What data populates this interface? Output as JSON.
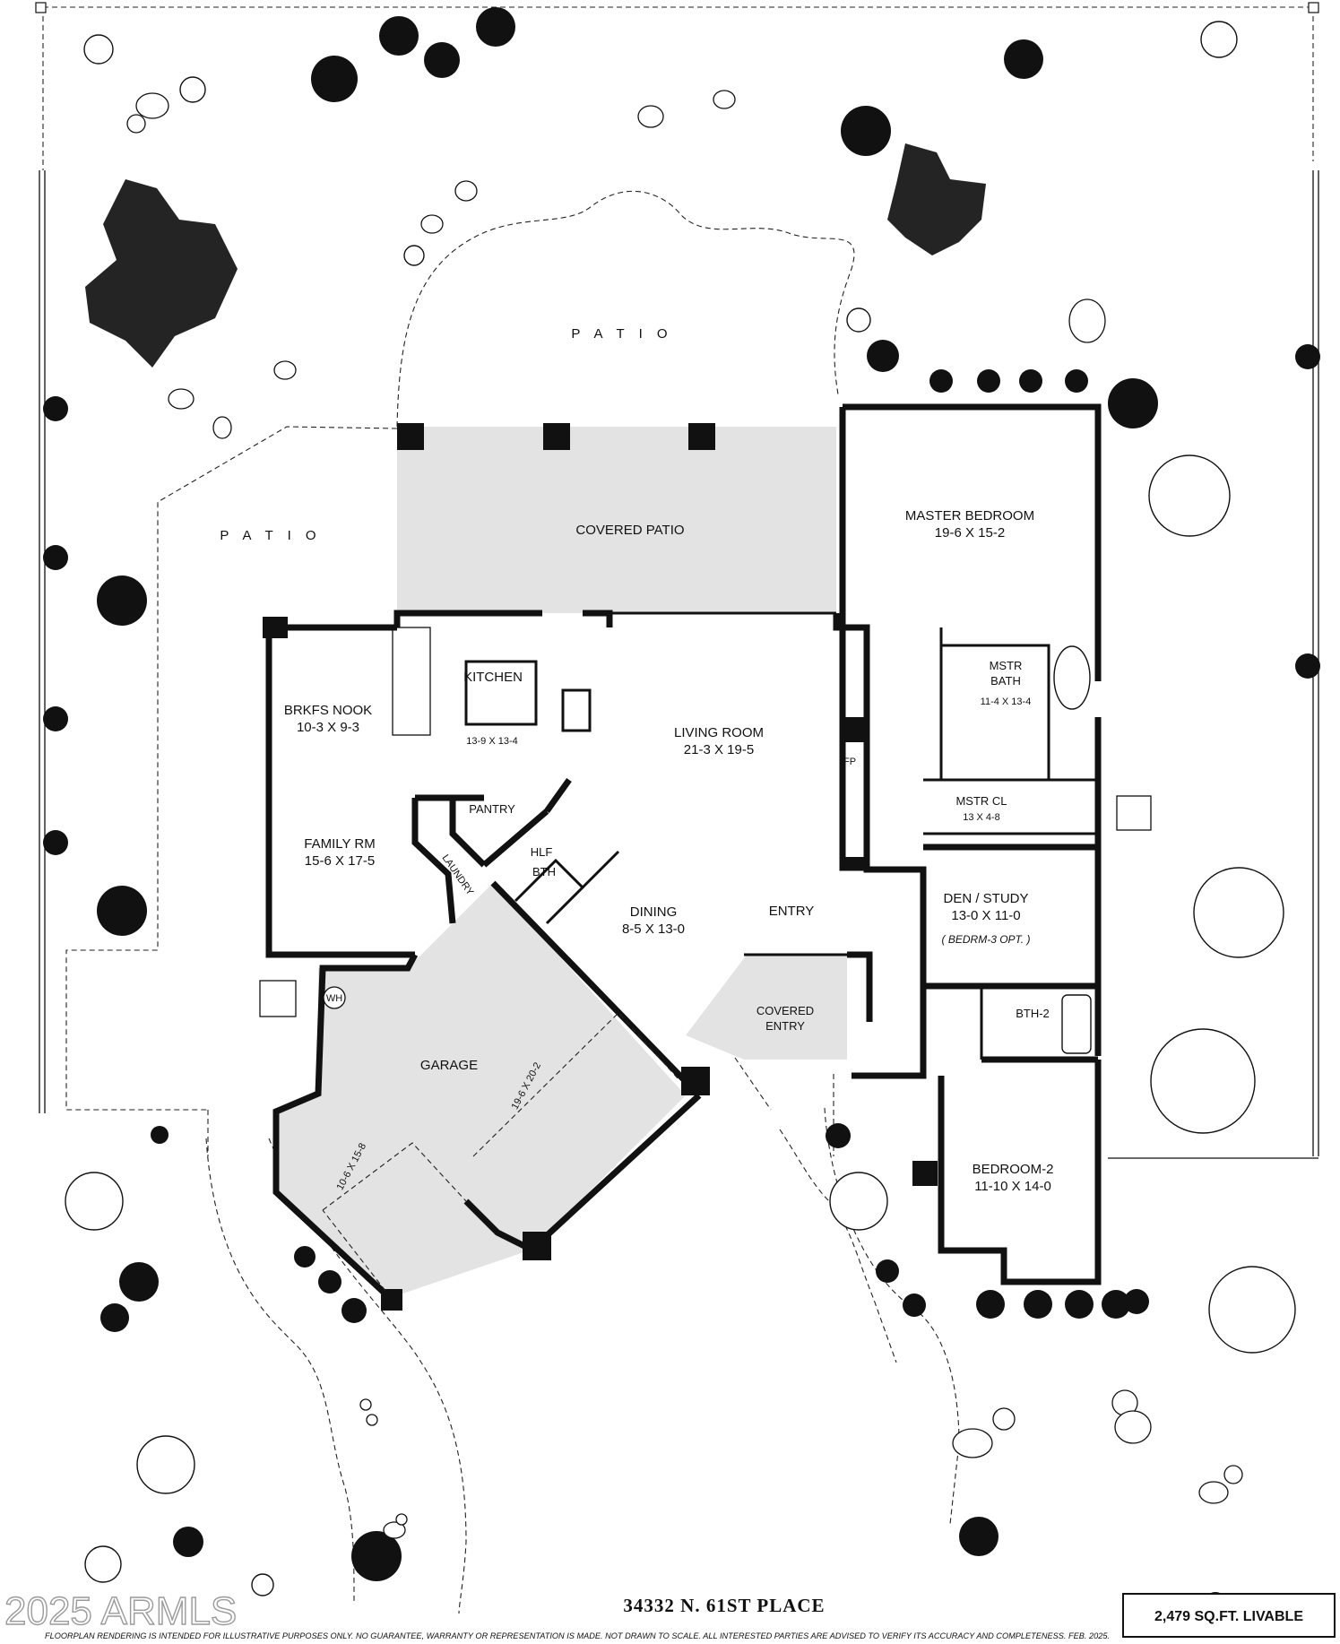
{
  "rooms": {
    "patio_north": "P A T I O",
    "patio_west": "P A T I O",
    "covered_patio": "COVERED PATIO",
    "master_bedroom": {
      "name": "MASTER BEDROOM",
      "size": "19-6  X  15-2"
    },
    "mstr_bath": {
      "name1": "MSTR",
      "name2": "BATH",
      "size": "11-4 X 13-4"
    },
    "kitchen": {
      "name": "KITCHEN",
      "size": "13-9 X 13-4"
    },
    "brkfs_nook": {
      "name": "BRKFS NOOK",
      "size": "10-3  X  9-3"
    },
    "living_room": {
      "name": "LIVING ROOM",
      "size": "21-3  X  19-5"
    },
    "fireplace": "FP",
    "pantry": "PANTRY",
    "mstr_cl": {
      "name": "MSTR CL",
      "size": "13 X 4-8"
    },
    "family_rm": {
      "name": "FAMILY RM",
      "size": "15-6 X 17-5"
    },
    "laundry": "LAUNDRY",
    "hlf_bth": {
      "name1": "HLF",
      "name2": "BTH"
    },
    "dining": {
      "name": "DINING",
      "size": "8-5 X 13-0"
    },
    "entry": "ENTRY",
    "den_study": {
      "name": "DEN / STUDY",
      "size": "13-0  X  11-0",
      "note": "( BEDRM-3 OPT. )"
    },
    "covered_entry": {
      "name1": "COVERED",
      "name2": "ENTRY"
    },
    "bth2": "BTH-2",
    "garage": {
      "name": "GARAGE",
      "size_a": "19-6 X 20-2",
      "size_b": "10-6 X 15-8"
    },
    "water_heater": "WH",
    "bedroom2": {
      "name": "BEDROOM-2",
      "size": "11-10 X 14-0"
    }
  },
  "footer": {
    "address": "34332  N. 61ST  PLACE",
    "sqft": "2,479 SQ.FT. LIVABLE",
    "disclaimer": "FLOORPLAN RENDERING IS INTENDED FOR ILLUSTRATIVE PURPOSES ONLY.  NO GUARANTEE, WARRANTY OR REPRESENTATION IS MADE.  NOT DRAWN TO SCALE.  ALL INTERESTED PARTIES ARE ADVISED TO VERIFY ITS ACCURACY AND COMPLETENESS.  FEB. 2025.",
    "watermark": "2025 ARMLS"
  }
}
